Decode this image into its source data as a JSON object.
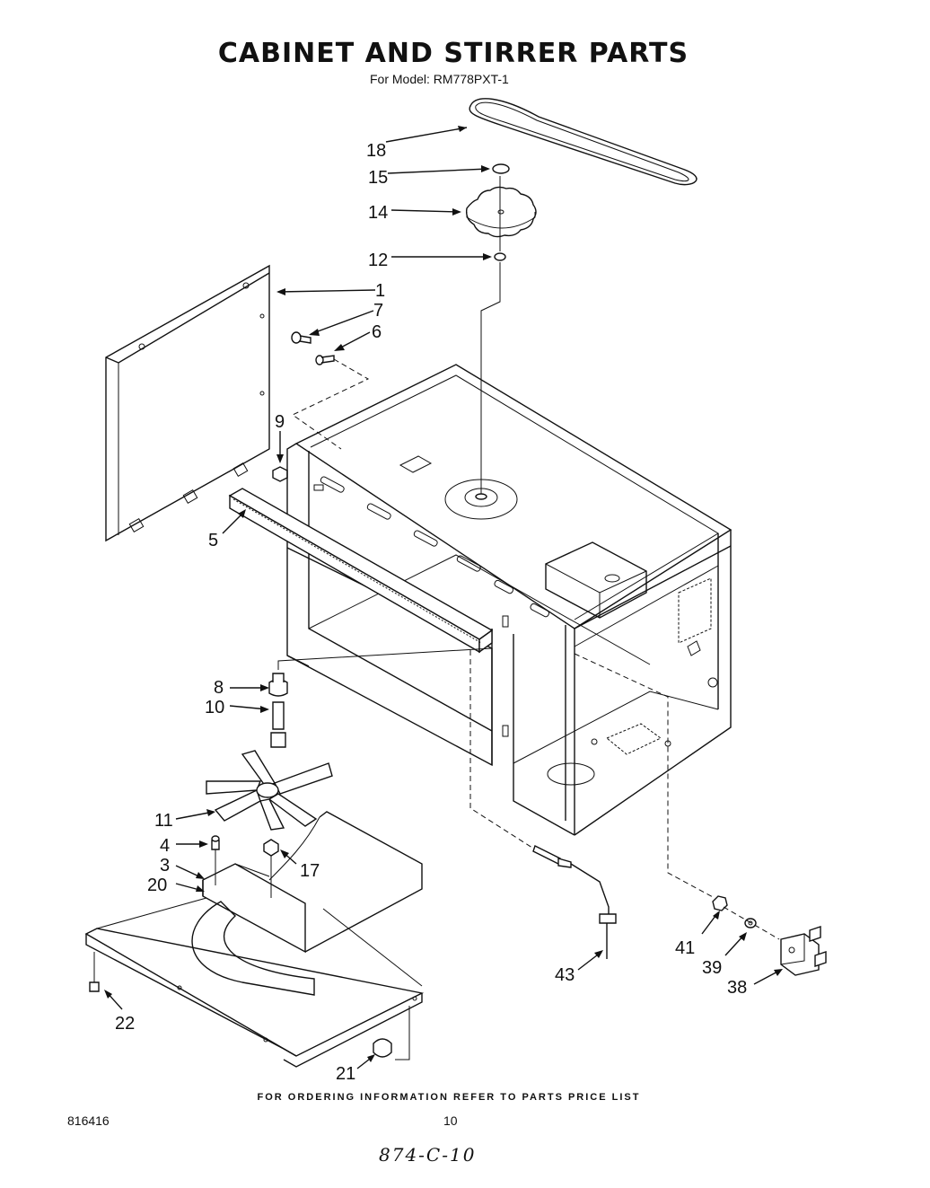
{
  "header": {
    "title": "CABINET AND STIRRER PARTS",
    "subtitle": "For Model: RM778PXT-1"
  },
  "footer": {
    "ordering_note": "FOR ORDERING INFORMATION REFER TO PARTS PRICE LIST",
    "document_number": "816416",
    "page_number": "10",
    "handwritten_note": "874-C-10"
  },
  "callouts": [
    "18",
    "15",
    "14",
    "12",
    "1",
    "7",
    "6",
    "9",
    "5",
    "8",
    "10",
    "11",
    "4",
    "3",
    "17",
    "20",
    "22",
    "21",
    "43",
    "41",
    "39",
    "38"
  ]
}
